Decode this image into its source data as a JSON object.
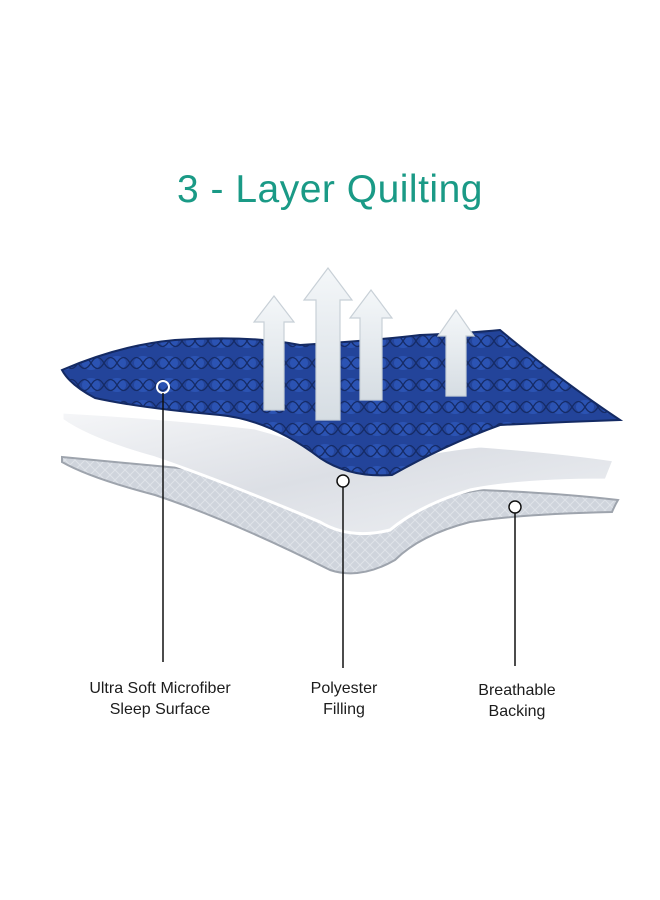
{
  "title": "3 - Layer Quilting",
  "colors": {
    "title": "#1a9a86",
    "top_layer": "#1f3f8f",
    "middle_layer": "#e7eaf0",
    "bottom_layer": "#c9ced6",
    "arrow_fill": "#eef3f6"
  },
  "layers": [
    {
      "name": "surface",
      "lines": [
        "Ultra Soft Microfiber",
        "Sleep Surface"
      ]
    },
    {
      "name": "filling",
      "lines": [
        "Polyester",
        "Filling"
      ]
    },
    {
      "name": "backing",
      "lines": [
        "Breathable",
        "Backing"
      ]
    }
  ],
  "icons": [
    "breathability-arrow-icon",
    "callout-marker-icon"
  ]
}
